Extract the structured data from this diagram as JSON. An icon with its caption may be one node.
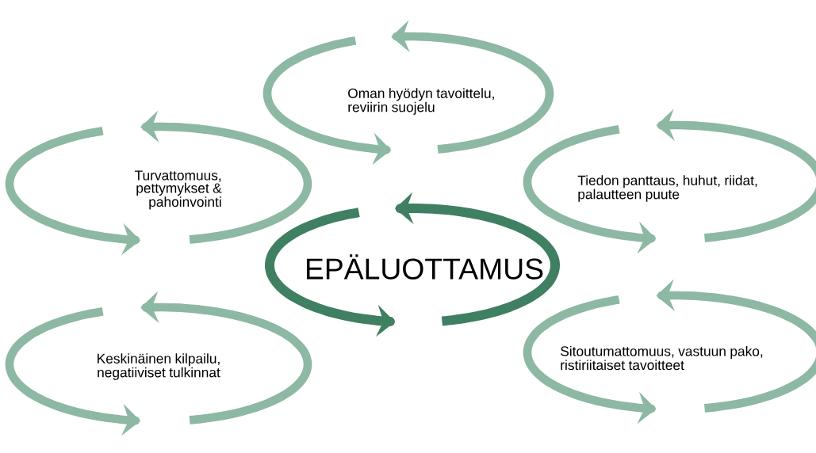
{
  "diagram": {
    "nodes": [
      {
        "text": [
          "Oman hyödyn tavoittelu, reviirin suojelu"
        ]
      },
      {
        "text": [
          "Turvattomuus, pettymykset & pahoinvointi"
        ]
      },
      {
        "text": [
          "Keskinäinen kilpailu, negatiiviset tulkinnat"
        ]
      },
      {
        "text": [
          "EPÄLUOTTAMUS"
        ]
      },
      {
        "text": [
          "Tiedon panttaus, huhut, riidat, palautteen puute"
        ]
      },
      {
        "text": [
          "Sitoutumattomuus, vastuun pako, ristiriitaiset tavoitteet"
        ]
      }
    ]
  }
}
